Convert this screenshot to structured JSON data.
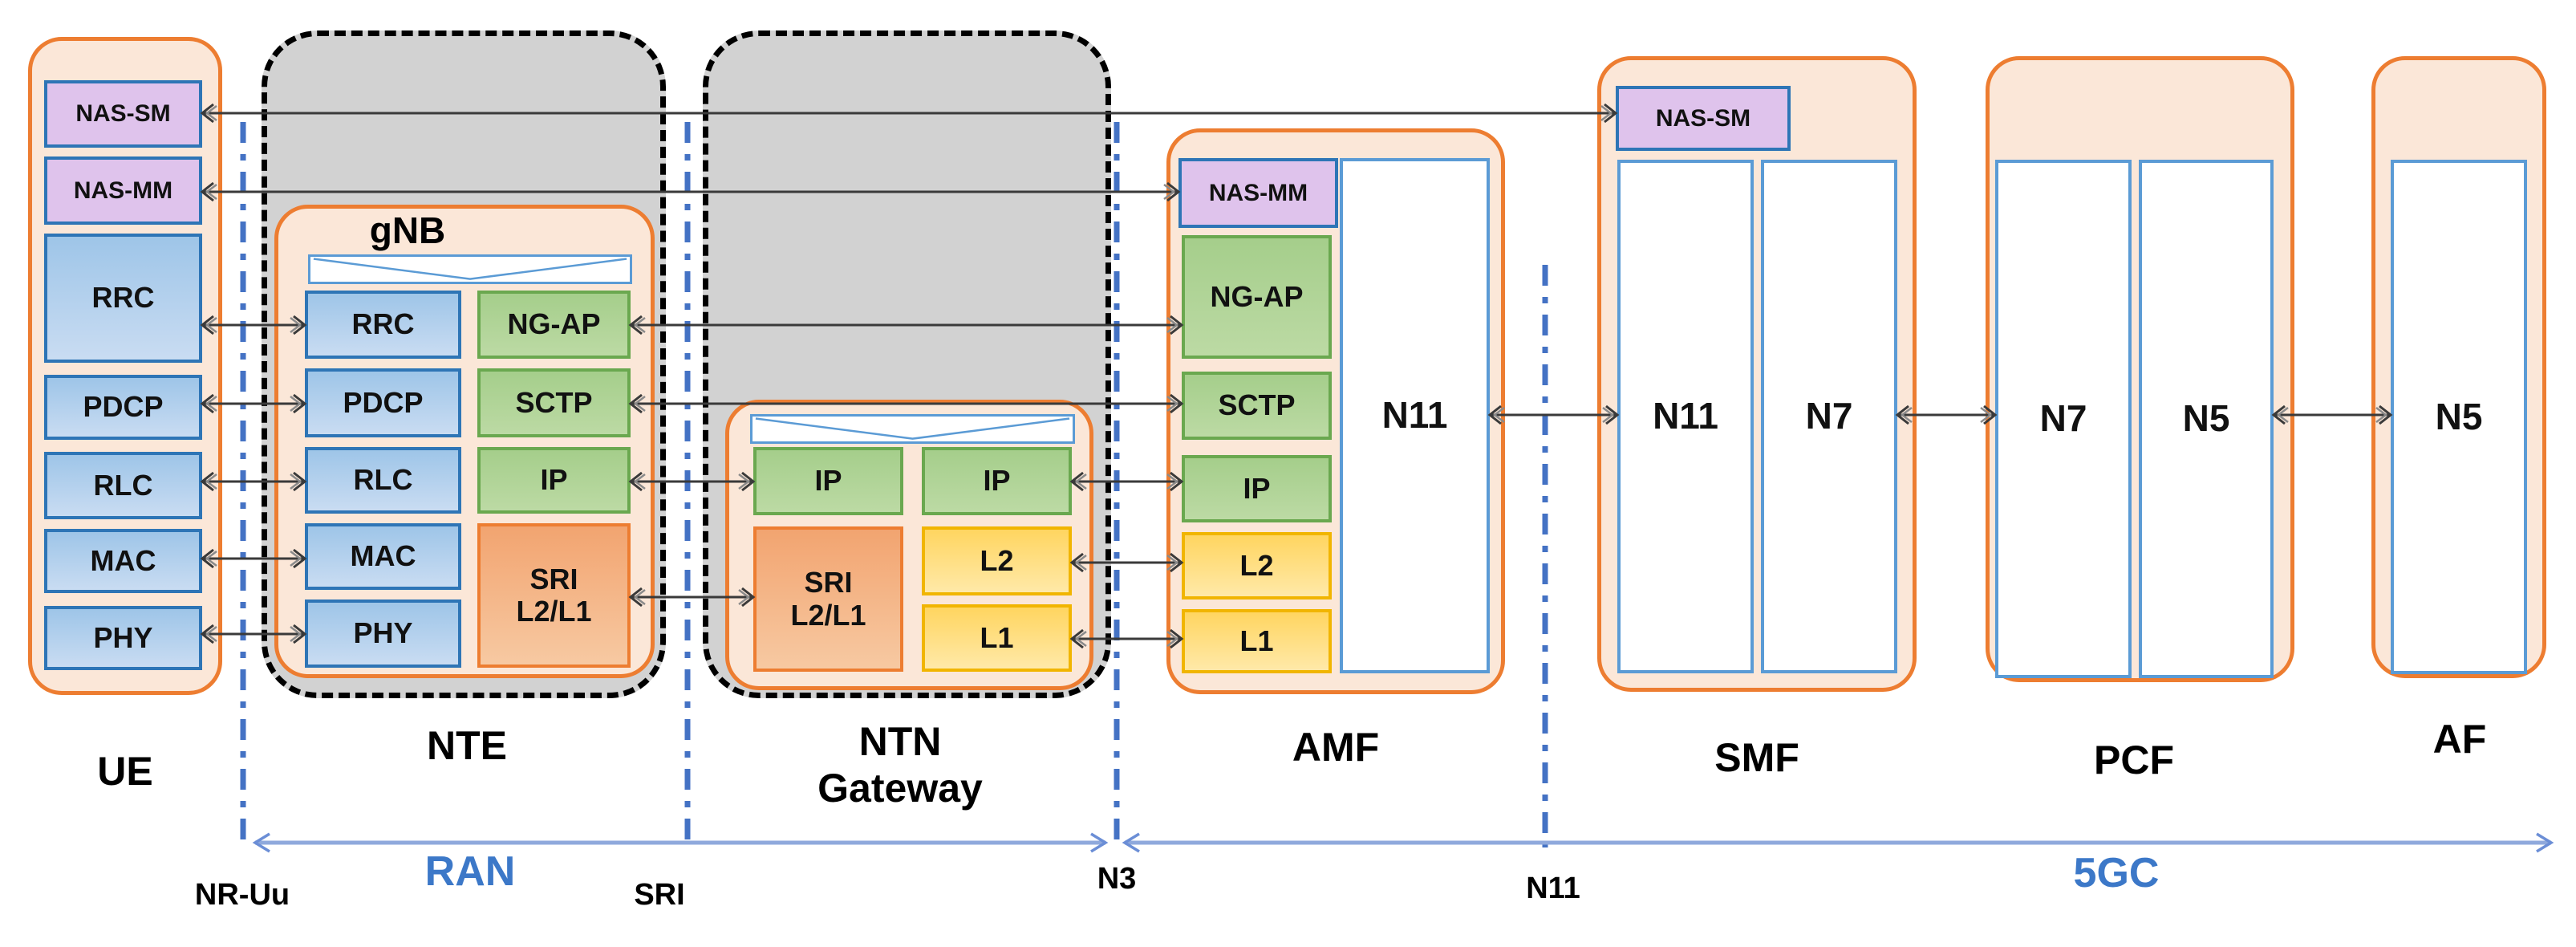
{
  "ue": {
    "label": "UE",
    "nas_sm": "NAS-SM",
    "nas_mm": "NAS-MM",
    "rrc": "RRC",
    "pdcp": "PDCP",
    "rlc": "RLC",
    "mac": "MAC",
    "phy": "PHY"
  },
  "nte": {
    "label": "NTE",
    "gnb_label": "gNB",
    "rrc": "RRC",
    "pdcp": "PDCP",
    "rlc": "RLC",
    "mac": "MAC",
    "phy": "PHY",
    "ngap": "NG-AP",
    "sctp": "SCTP",
    "ip": "IP",
    "sri_line1": "SRI",
    "sri_line2": "L2/L1"
  },
  "ntn_gw": {
    "label_line1": "NTN",
    "label_line2": "Gateway",
    "ip_left": "IP",
    "ip_right": "IP",
    "sri_line1": "SRI",
    "sri_line2": "L2/L1",
    "l2": "L2",
    "l1": "L1"
  },
  "amf": {
    "label": "AMF",
    "nas_mm": "NAS-MM",
    "ngap": "NG-AP",
    "sctp": "SCTP",
    "ip": "IP",
    "l2": "L2",
    "l1": "L1",
    "n11": "N11"
  },
  "smf": {
    "label": "SMF",
    "nas_sm": "NAS-SM",
    "n11": "N11",
    "n7": "N7"
  },
  "pcf": {
    "label": "PCF",
    "n7": "N7",
    "n5": "N5"
  },
  "af": {
    "label": "AF",
    "n5": "N5"
  },
  "interfaces": {
    "nr_uu": "NR-Uu",
    "sri": "SRI",
    "n3": "N3",
    "n11": "N11"
  },
  "zones": {
    "ran": "RAN",
    "core": "5GC"
  },
  "colors": {
    "entity_fill": "#fbe7d8",
    "entity_border": "#ed7d31",
    "gray_fill": "#d2d2d2",
    "dashed_border": "#000000",
    "blue_box": "#9ec5e8",
    "blue_border": "#2e75b6",
    "green_box": "#a5ce8b",
    "green_border": "#6aa84f",
    "yellow_box": "#ffd560",
    "yellow_border": "#f1b500",
    "orange_box": "#f2a470",
    "purple_box": "#dfc3ec",
    "relay_border": "#5b9bd5",
    "interface_line": "#4472c4",
    "zone_arrow": "#8fa9dc",
    "zone_label": "#3c78c8",
    "connector": "#3a3a3a"
  }
}
